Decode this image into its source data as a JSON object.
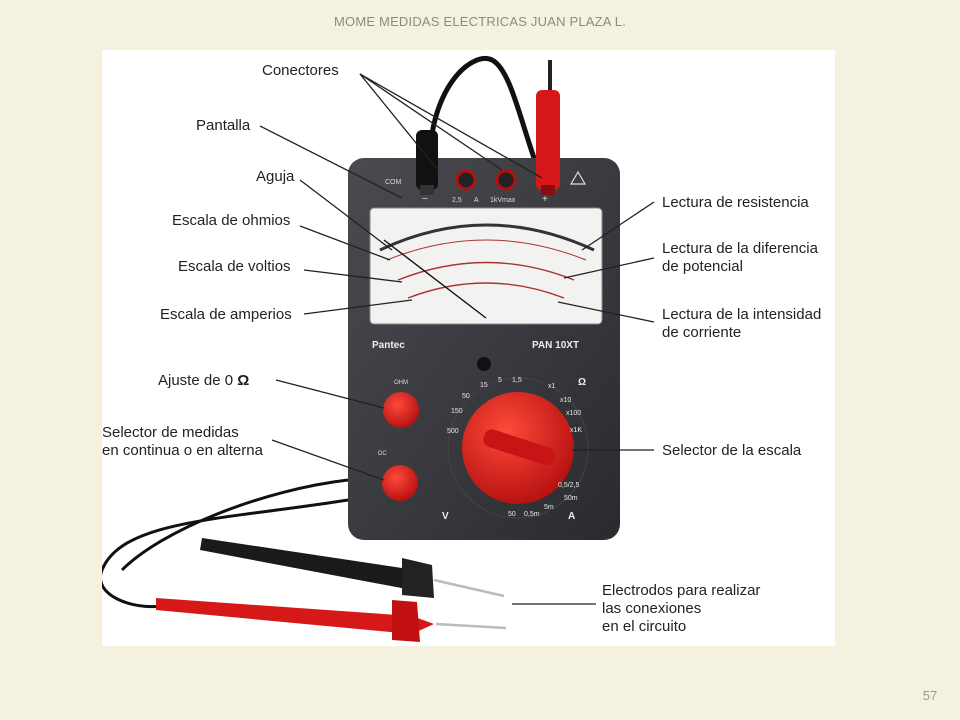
{
  "header": {
    "title": "MOME MEDIDAS ELECTRICAS JUAN PLAZA L."
  },
  "footer": {
    "page_number": "57"
  },
  "labels": {
    "conectores": "Conectores",
    "pantalla": "Pantalla",
    "aguja": "Aguja",
    "escala_ohmios": "Escala de ohmios",
    "escala_voltios": "Escala de voltios",
    "escala_amperios": "Escala de amperios",
    "ajuste_cero": "Ajuste de 0",
    "ajuste_cero_symbol": "Ω",
    "selector_medidas_1": "Selector de medidas",
    "selector_medidas_2": "en continua o en alterna",
    "lectura_resistencia": "Lectura de resistencia",
    "lectura_potencial_1": "Lectura de la diferencia",
    "lectura_potencial_2": "de potencial",
    "lectura_intensidad_1": "Lectura de la intensidad",
    "lectura_intensidad_2": "de corriente",
    "selector_escala": "Selector de la escala",
    "electrodos_1": "Electrodos para realizar",
    "electrodos_2": "las conexiones",
    "electrodos_3": "en el circuito"
  },
  "device": {
    "brand": "Pantec",
    "model": "PAN 10XT",
    "com": "COM",
    "minus": "−",
    "plus": "+",
    "range_25a": "2,5",
    "range_a": "A",
    "range_1kv": "1kVmax",
    "ohm_label": "OHM",
    "dc_label": "DC",
    "v_label": "V",
    "a_label": "A",
    "dial_labels": [
      "500",
      "150",
      "50",
      "15",
      "5",
      "1,5",
      "x1",
      "x10",
      "x100",
      "x1K",
      "0,5/2,5",
      "50m",
      "5m",
      "0,5m",
      "50"
    ],
    "dial_omega": "Ω"
  },
  "colors": {
    "background": "#f4f1de",
    "body": "#3b3c40",
    "knob_red": "#d81b1b",
    "probe_black": "#1a1a1a"
  }
}
